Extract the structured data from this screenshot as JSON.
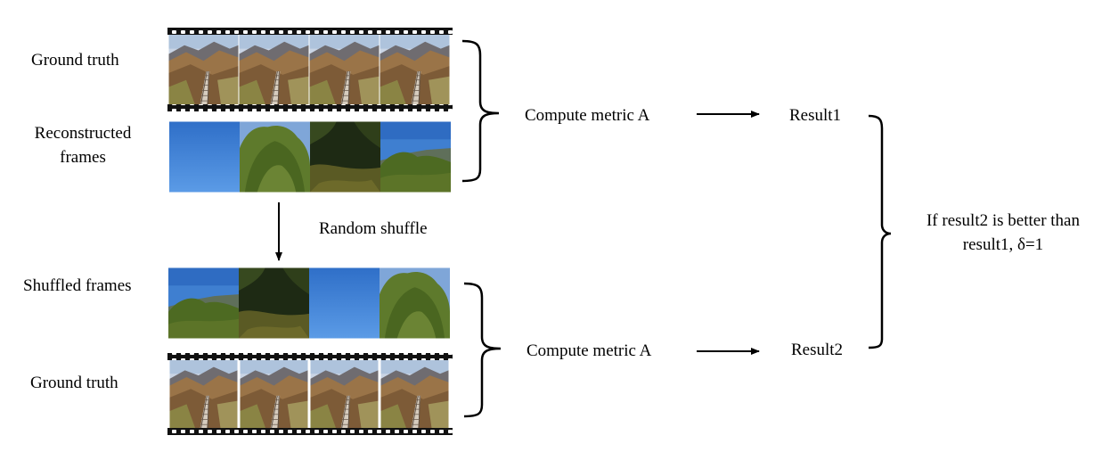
{
  "labels": {
    "ground_truth_top": "Ground truth",
    "reconstructed_line1": "Reconstructed",
    "reconstructed_line2": "frames",
    "random_shuffle": "Random shuffle",
    "shuffled_frames": "Shuffled frames",
    "ground_truth_bottom": "Ground truth",
    "compute_metric_top": "Compute metric A",
    "compute_metric_bottom": "Compute metric A",
    "result1": "Result1",
    "result2": "Result2",
    "condition_line1": "If result2 is better than",
    "condition_line2": "result1, δ=1"
  },
  "strips": {
    "ground_truth_top": {
      "film_border": true,
      "frames": [
        "railway-valley",
        "railway-valley",
        "railway-valley",
        "railway-valley"
      ]
    },
    "reconstructed": {
      "film_border": false,
      "frames": [
        "blue-sky",
        "green-tree",
        "dark-foliage",
        "sky-hills"
      ]
    },
    "shuffled": {
      "film_border": false,
      "frames": [
        "sky-hills",
        "dark-foliage",
        "blue-sky",
        "green-tree"
      ]
    },
    "ground_truth_bottom": {
      "film_border": true,
      "frames": [
        "railway-valley",
        "railway-valley",
        "railway-valley",
        "railway-valley"
      ]
    }
  },
  "colors": {
    "ink": "#000000",
    "sky": "#3d86d8",
    "foliage": "#4f6a22",
    "rail_ground": "#8a6a44"
  }
}
